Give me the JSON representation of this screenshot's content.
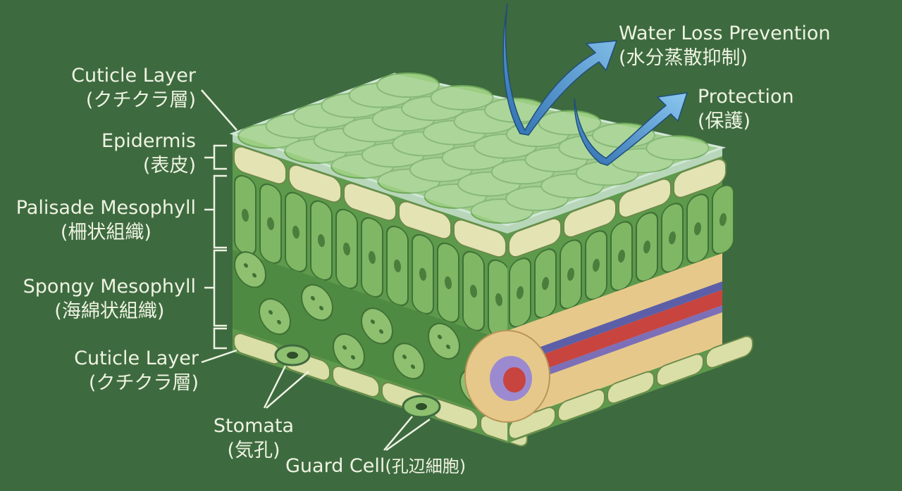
{
  "labels": {
    "cuticle_top": {
      "en": "Cuticle Layer",
      "ja": "(クチクラ層)"
    },
    "epidermis": {
      "en": "Epidermis",
      "ja": "(表皮)"
    },
    "palisade": {
      "en": "Palisade Mesophyll",
      "ja": "(柵状組織)"
    },
    "spongy": {
      "en": "Spongy Mesophyll",
      "ja": "(海綿状組織)"
    },
    "cuticle_bottom": {
      "en": "Cuticle Layer",
      "ja": "(クチクラ層)"
    },
    "stomata": {
      "en": "Stomata",
      "ja": "(気孔)"
    },
    "guard_cell": {
      "en": "Guard Cell",
      "ja": "(孔辺細胞)"
    },
    "water_loss": {
      "en": "Water Loss Prevention",
      "ja": "(水分蒸散抑制)"
    },
    "protection": {
      "en": "Protection",
      "ja": "(保護)"
    }
  },
  "colors": {
    "background": "#3e6a3f",
    "cell_green": "#7fb765",
    "epidermis": "#e4e3b4",
    "vein_beige": "#e6c98a",
    "xylem_red": "#c8443f",
    "phloem_blue": "#5c5fa8",
    "arrow_blue": "#5aa3dc",
    "label_text": "#eef4e2"
  }
}
